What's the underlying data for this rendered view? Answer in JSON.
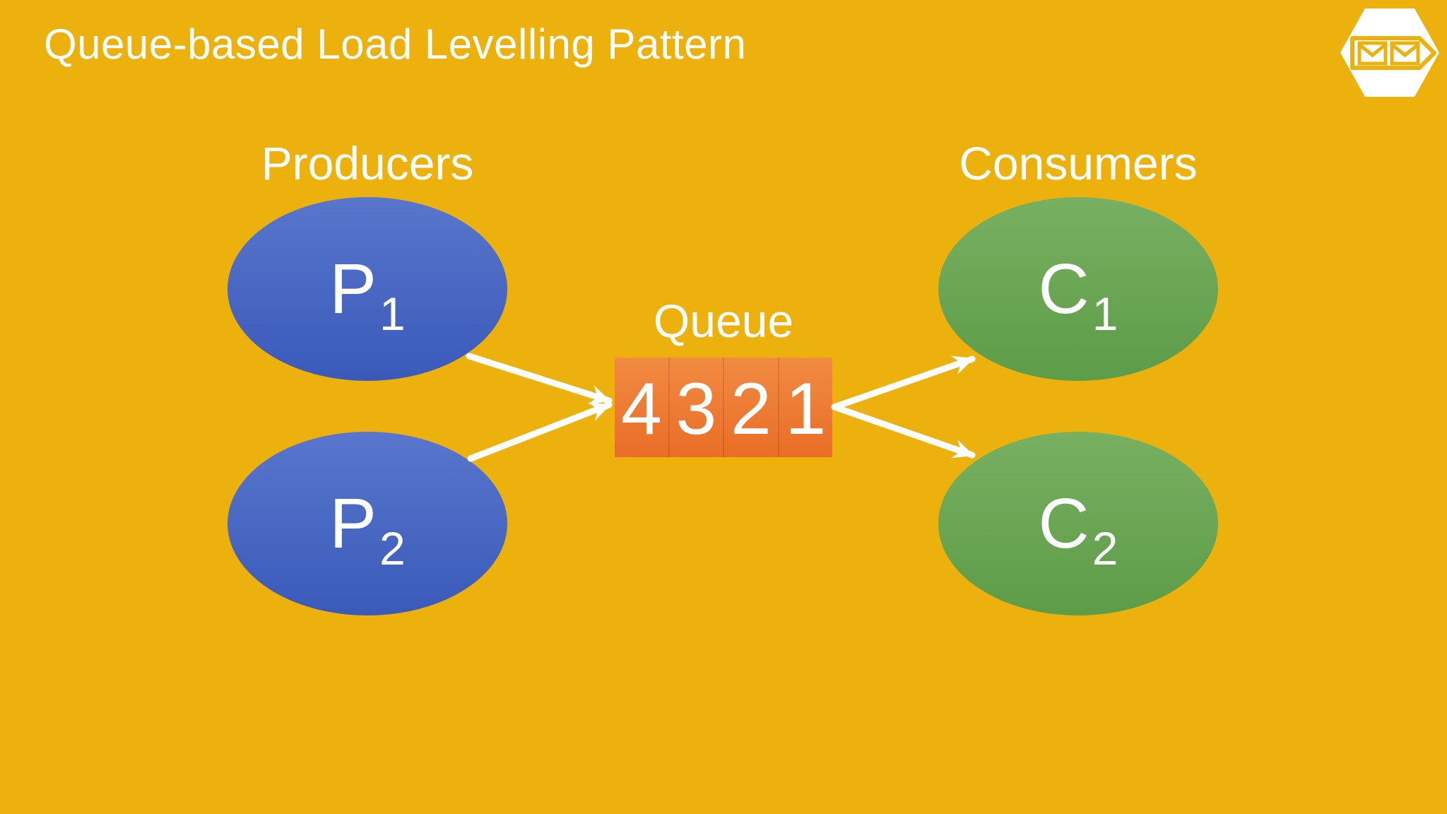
{
  "colors": {
    "background": "#EDB10D",
    "text": "#FFFFFF",
    "blue_top": "#5876CC",
    "blue_bottom": "#3A5ABA",
    "green_top": "#78B061",
    "green_bottom": "#5D9C48",
    "queue_top": "#F28B43",
    "queue_bottom": "#E96D26"
  },
  "title": "Queue-based Load Levelling Pattern",
  "header_icon": "dual-message-queue-hexagon",
  "diagram": {
    "producers": {
      "label": "Producers",
      "nodes": [
        {
          "letter": "P",
          "sub": "1"
        },
        {
          "letter": "P",
          "sub": "2"
        }
      ]
    },
    "consumers": {
      "label": "Consumers",
      "nodes": [
        {
          "letter": "C",
          "sub": "1"
        },
        {
          "letter": "C",
          "sub": "2"
        }
      ]
    },
    "queue": {
      "label": "Queue",
      "items": [
        "4",
        "3",
        "2",
        "1"
      ]
    }
  }
}
